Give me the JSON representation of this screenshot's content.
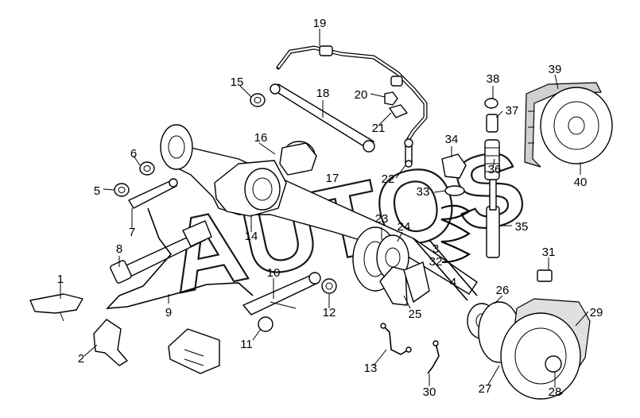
{
  "diagram": {
    "watermark": "AUTOS",
    "callouts": [
      "1",
      "2",
      "3",
      "4",
      "5",
      "6",
      "7",
      "8",
      "9",
      "10",
      "11",
      "12",
      "13",
      "14",
      "15",
      "16",
      "17",
      "18",
      "19",
      "20",
      "21",
      "22",
      "23",
      "24",
      "25",
      "26",
      "27",
      "28",
      "29",
      "30",
      "31",
      "32",
      "33",
      "34",
      "35",
      "36",
      "37",
      "38",
      "39",
      "40"
    ]
  }
}
